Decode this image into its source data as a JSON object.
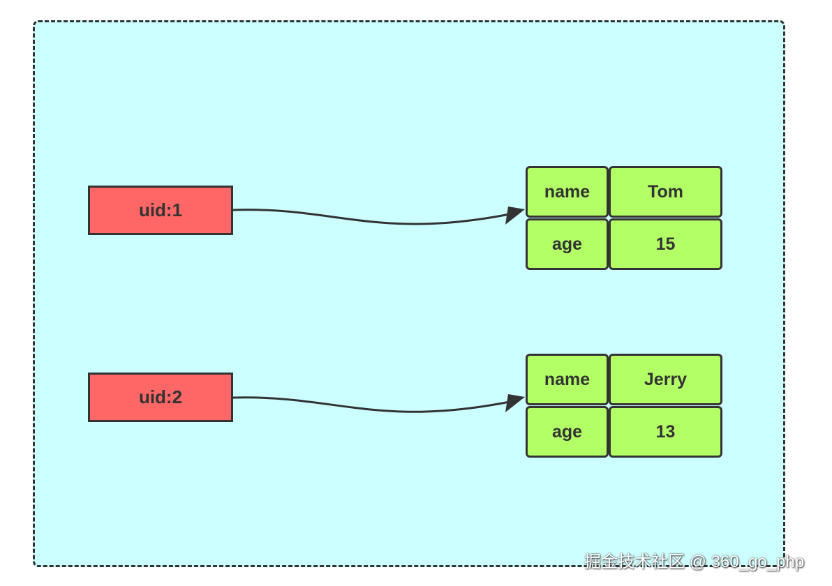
{
  "keys": [
    {
      "label": "uid:1"
    },
    {
      "label": "uid:2"
    }
  ],
  "hashes": [
    {
      "rows": [
        {
          "field": "name",
          "value": "Tom"
        },
        {
          "field": "age",
          "value": "15"
        }
      ]
    },
    {
      "rows": [
        {
          "field": "name",
          "value": "Jerry"
        },
        {
          "field": "age",
          "value": "13"
        }
      ]
    }
  ],
  "watermark": "掘金技术社区 @ 360_go_php",
  "colors": {
    "frame_bg": "#ccffff",
    "key_fill": "#ff6666",
    "hash_fill": "#b3ff66",
    "stroke": "#333333"
  }
}
